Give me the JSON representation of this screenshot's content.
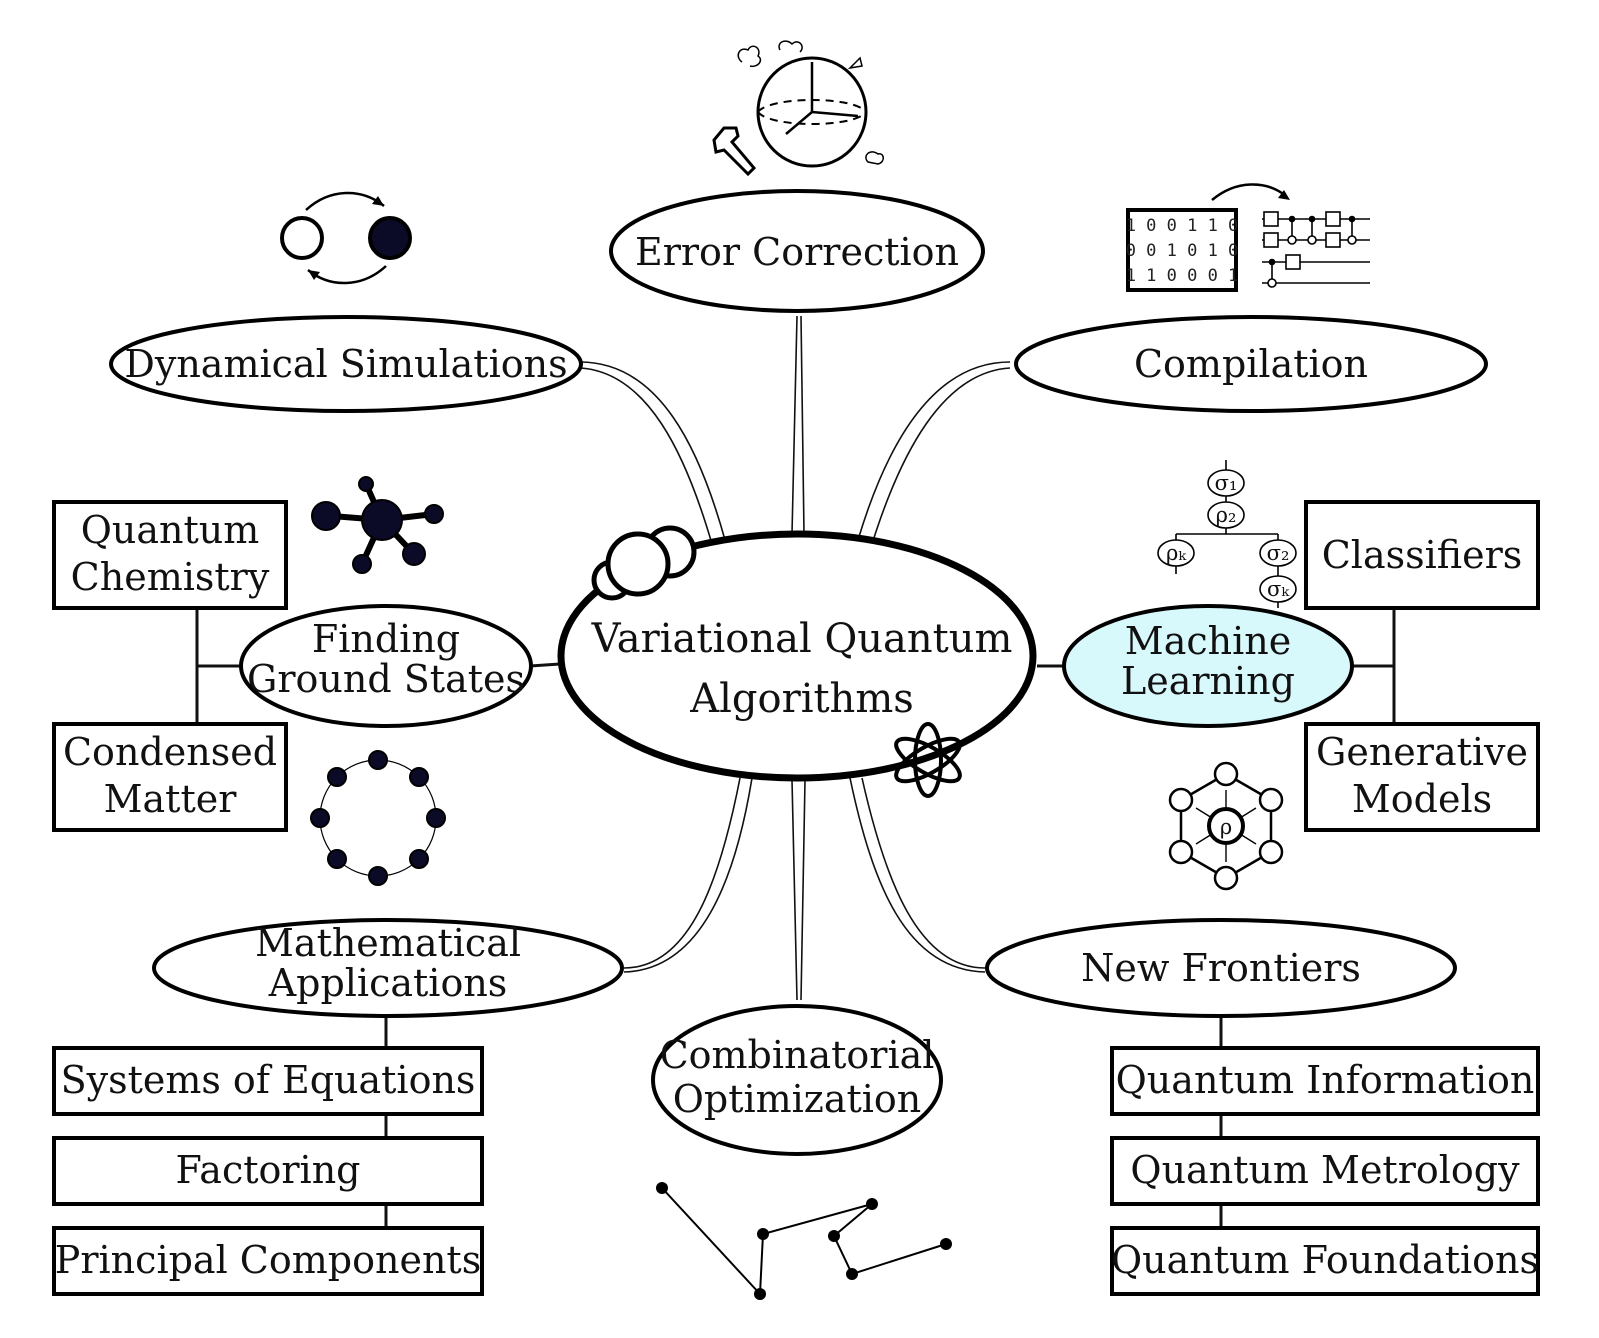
{
  "center": {
    "line1": "Variational Quantum",
    "line2": "Algorithms"
  },
  "branches": {
    "error_correction": "Error Correction",
    "dynamical_simulations": "Dynamical Simulations",
    "compilation": "Compilation",
    "finding_ground_states": {
      "line1": "Finding",
      "line2": "Ground States"
    },
    "machine_learning": {
      "line1": "Machine",
      "line2": "Learning"
    },
    "mathematical_applications": {
      "line1": "Mathematical",
      "line2": "Applications"
    },
    "combinatorial_optimization": {
      "line1": "Combinatorial",
      "line2": "Optimization"
    },
    "new_frontiers": "New Frontiers"
  },
  "leaves": {
    "quantum_chemistry": {
      "line1": "Quantum",
      "line2": "Chemistry"
    },
    "condensed_matter": {
      "line1": "Condensed",
      "line2": "Matter"
    },
    "classifiers": "Classifiers",
    "generative_models": {
      "line1": "Generative",
      "line2": "Models"
    },
    "systems_of_equations": "Systems of Equations",
    "factoring": "Factoring",
    "principal_components": "Principal Components",
    "quantum_information": "Quantum Information",
    "quantum_metrology": "Quantum Metrology",
    "quantum_foundations": "Quantum Foundations"
  },
  "icons": {
    "bit_matrix": {
      "row1": "1 0 0 1 1 0",
      "row2": "0 0 1 0 1 0",
      "row3": "1 1 0 0 0 1"
    },
    "tree_labels": {
      "s1": "σ₁",
      "r2": "ρ₂",
      "rk": "ρₖ",
      "s2": "σ₂",
      "sk": "σₖ"
    },
    "rho": "ρ"
  },
  "colors": {
    "machine_learning_fill": "#d8f9fb",
    "dark_node": "#0b0b28"
  }
}
